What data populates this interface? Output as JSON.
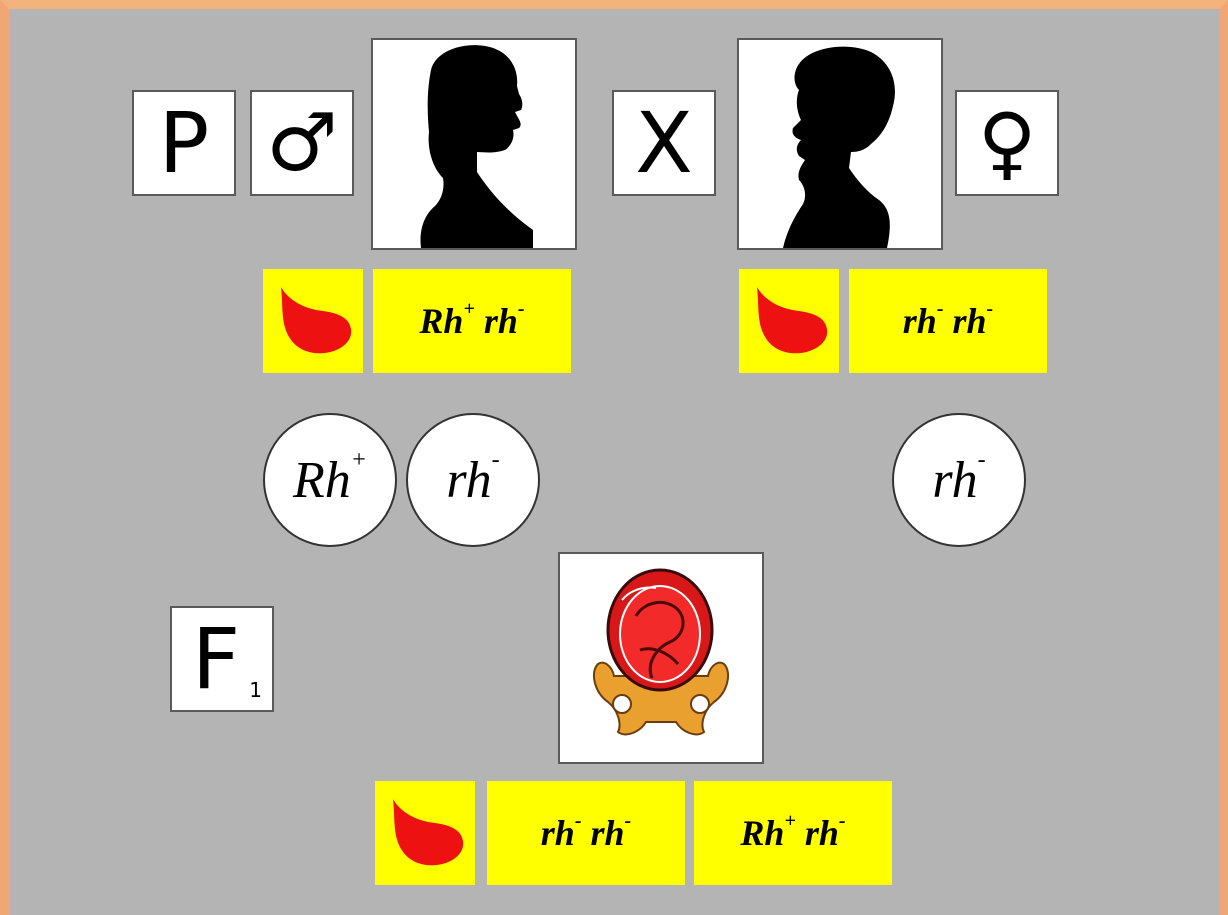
{
  "parents_row": {
    "generation_label": "P",
    "male_symbol": "♂",
    "cross_symbol": "X",
    "female_symbol": "♀",
    "male_icon": "male-silhouette-icon",
    "female_icon": "female-silhouette-icon"
  },
  "father": {
    "blood_icon": "blood-drop-icon",
    "genotype": {
      "allele1": "Rh",
      "allele1_sign": "+",
      "allele2": "rh",
      "allele2_sign": "-"
    },
    "gametes": [
      {
        "allele": "Rh",
        "sign": "+"
      },
      {
        "allele": "rh",
        "sign": "-"
      }
    ]
  },
  "mother": {
    "blood_icon": "blood-drop-icon",
    "genotype": {
      "allele1": "rh",
      "allele1_sign": "-",
      "allele2": "rh",
      "allele2_sign": "-"
    },
    "gametes": [
      {
        "allele": "rh",
        "sign": "-"
      }
    ]
  },
  "offspring": {
    "generation_label": "F",
    "generation_subscript": "1",
    "fetus_icon": "fetus-in-uterus-icon",
    "blood_icon": "blood-drop-icon",
    "genotypes": [
      {
        "allele1": "rh",
        "allele1_sign": "-",
        "allele2": "rh",
        "allele2_sign": "-"
      },
      {
        "allele1": "Rh",
        "allele1_sign": "+",
        "allele2": "rh",
        "allele2_sign": "-"
      }
    ]
  },
  "colors": {
    "background": "#b4b4b4",
    "label_fill": "#ffff00",
    "blood": "#ee1111",
    "frame": "#f0a775"
  }
}
